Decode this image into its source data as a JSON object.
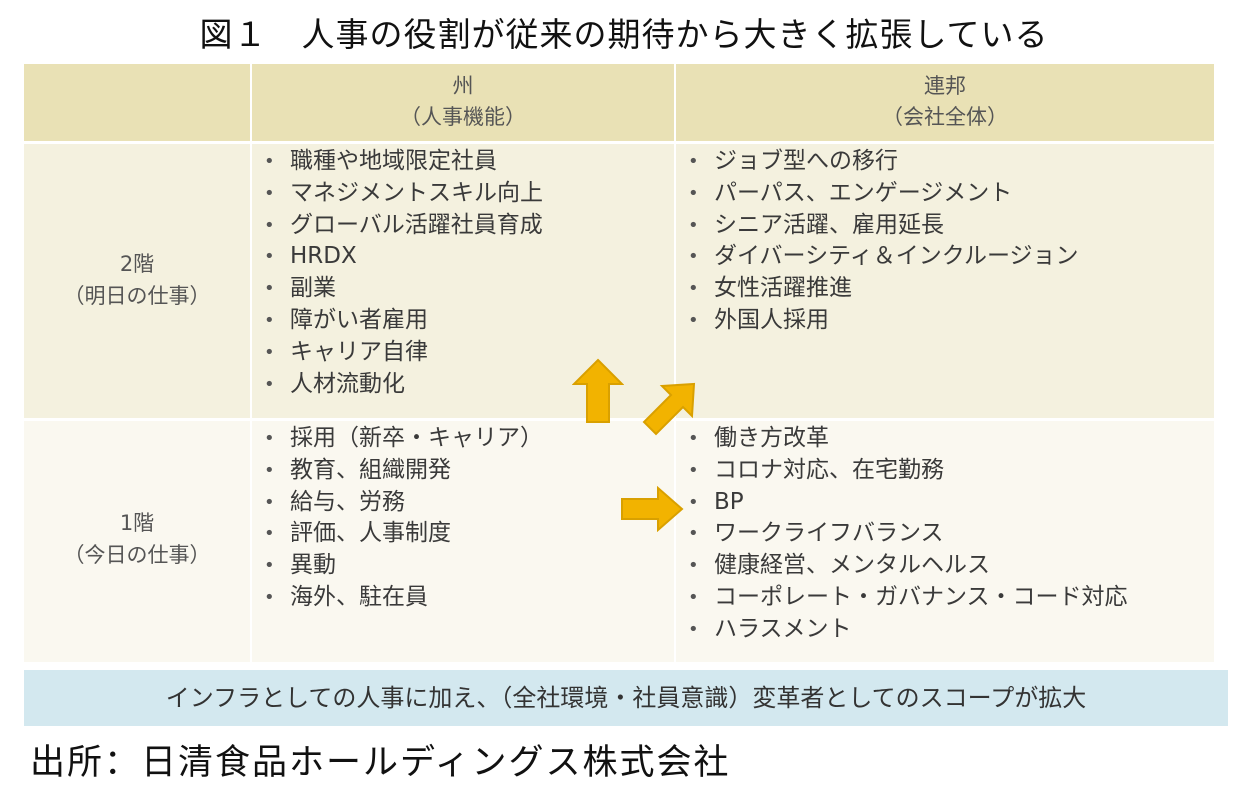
{
  "title": "図１　人事の役割が従来の期待から大きく拡張している",
  "header": {
    "col_state": {
      "line1": "州",
      "line2": "（人事機能）"
    },
    "col_federal": {
      "line1": "連邦",
      "line2": "（会社全体）"
    }
  },
  "rows": {
    "floor2": {
      "line1": "2階",
      "line2": "（明日の仕事）"
    },
    "floor1": {
      "line1": "1階",
      "line2": "（今日の仕事）"
    }
  },
  "cells": {
    "floor2_state": [
      "職種や地域限定社員",
      "マネジメントスキル向上",
      "グローバル活躍社員育成",
      "HRDX",
      "副業",
      "障がい者雇用",
      "キャリア自律",
      "人材流動化"
    ],
    "floor2_federal": [
      "ジョブ型への移行",
      "パーパス、エンゲージメント",
      "シニア活躍、雇用延長",
      "ダイバーシティ＆インクルージョン",
      "女性活躍推進",
      "外国人採用"
    ],
    "floor1_state": [
      "採用（新卒・キャリア）",
      "教育、組織開発",
      "給与、労務",
      "評価、人事制度",
      "異動",
      "海外、駐在員"
    ],
    "floor1_federal": [
      "働き方改革",
      "コロナ対応、在宅勤務",
      "BP",
      "ワークライフバランス",
      "健康経営、メンタルヘルス",
      "コーポレート・ガバナンス・コード対応",
      "ハラスメント"
    ]
  },
  "footer": "インフラとしての人事に加え、（全社環境・社員意識）変革者としてのスコープが拡大",
  "source": "出所：日清食品ホールディングス株式会社",
  "colors": {
    "header_bg": "#e9e1b5",
    "arrow": "#f2b300",
    "arrow_stroke": "#d9a000",
    "footer_bg": "#d3e8ef"
  }
}
